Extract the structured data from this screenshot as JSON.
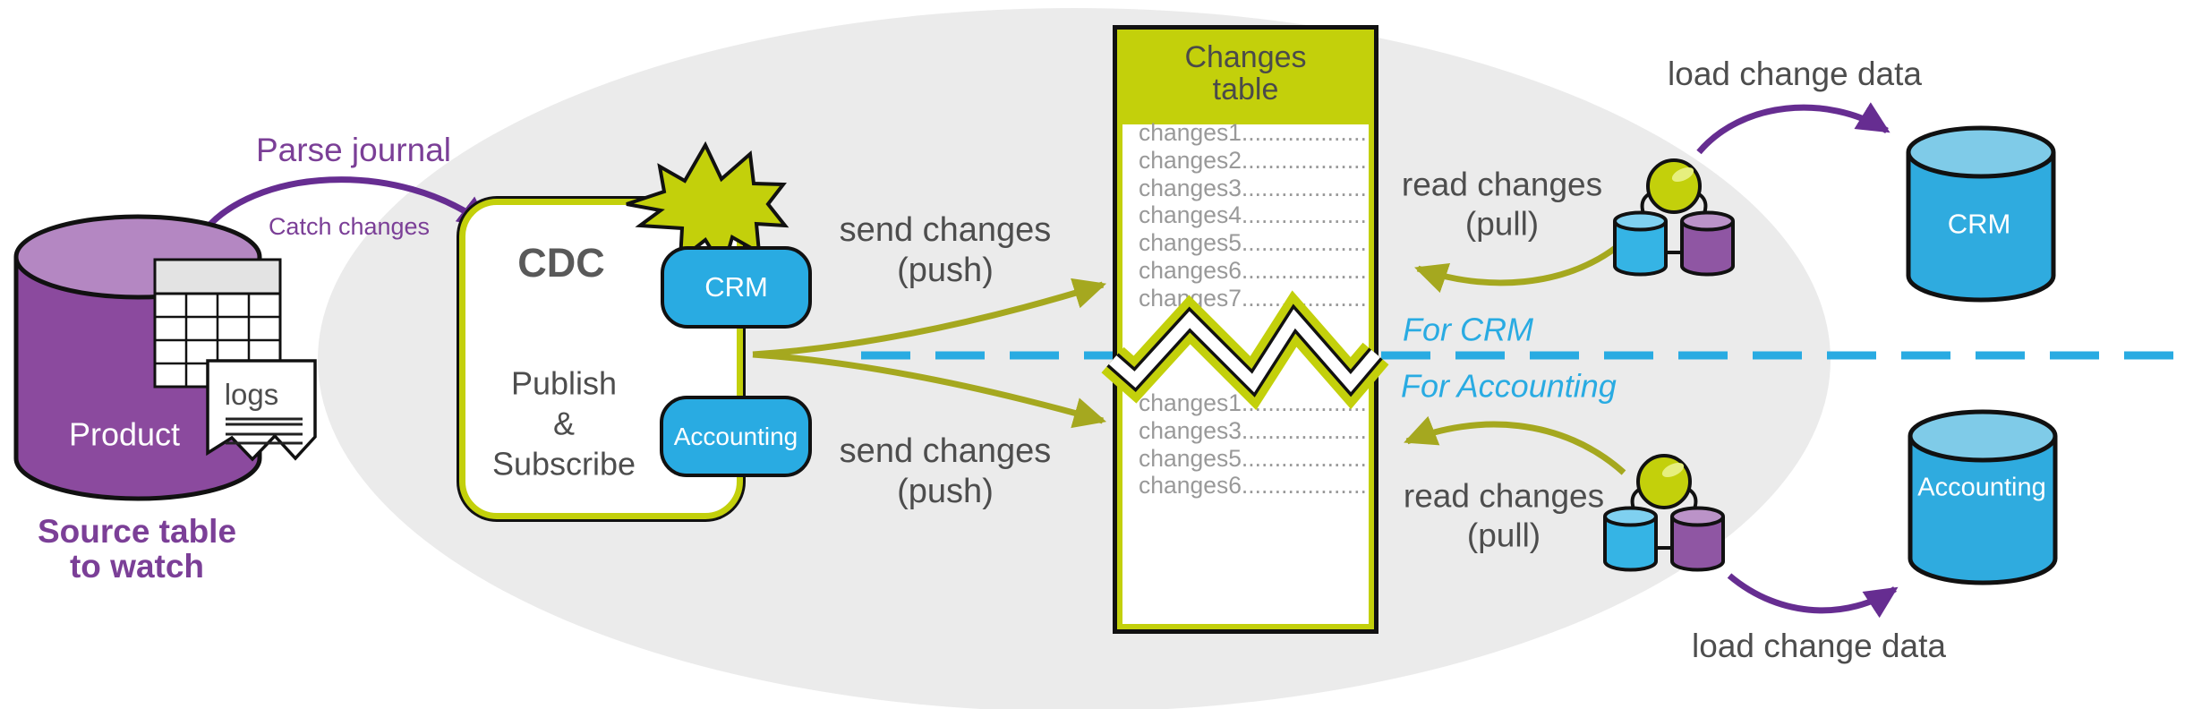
{
  "labels": {
    "parse_journal": "Parse journal",
    "catch_changes": "Catch changes",
    "product": "Product",
    "logs": "logs",
    "source_table": "Source table\nto watch",
    "cdc": "CDC",
    "publish_subscribe": "Publish\n&\nSubscribe",
    "crm_badge": "CRM",
    "accounting_badge": "Accounting",
    "send_push_top": "send changes\n(push)",
    "send_push_bottom": "send changes\n(push)",
    "read_pull_top": "read changes\n(pull)",
    "read_pull_bottom": "read changes\n(pull)",
    "for_crm": "For CRM",
    "for_accounting": "For Accounting",
    "load_change_top": "load change data",
    "load_change_bottom": "load change data",
    "crm_db": "CRM",
    "accounting_db": "Accounting"
  },
  "changes_table": {
    "title": "Changes\ntable",
    "rows_top": [
      "changes1......................",
      "changes2......................",
      "changes3......................",
      "changes4......................",
      "changes5......................",
      "changes6......................",
      "changes7......................"
    ],
    "rows_bottom": [
      "changes1......................",
      "changes3......................",
      "changes5......................",
      "changes6......................"
    ]
  },
  "colors": {
    "chartreuse": "#c3d00b",
    "olive_arrow": "#a5a81f",
    "cyan": "#29abe2",
    "purple_arrow": "#662d91",
    "purple_text": "#7b3f97",
    "dark_text": "#4d4d4d",
    "row_text": "#999999",
    "ellipse_bg": "#ebebeb"
  }
}
